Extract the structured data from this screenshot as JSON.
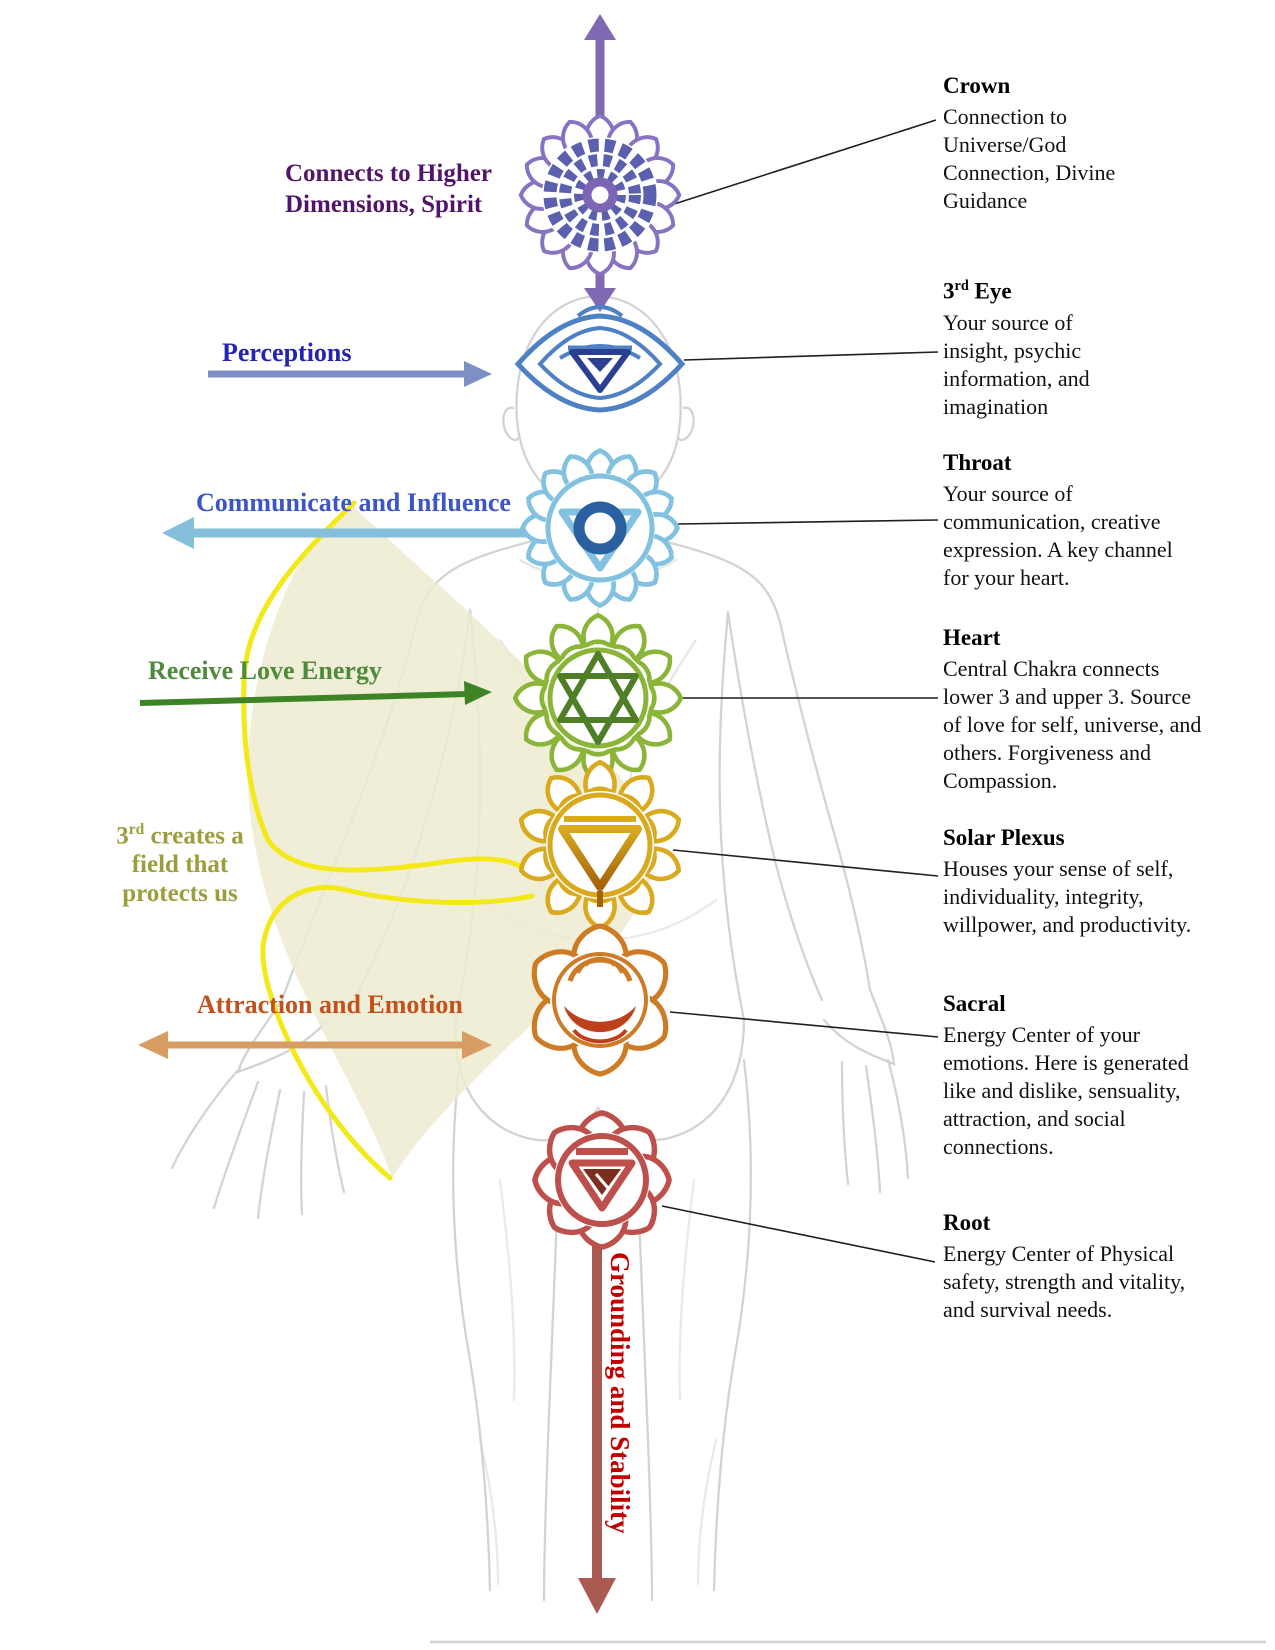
{
  "chakras": [
    {
      "id": "crown",
      "name": "Crown",
      "description": "Connection to\nUniverse/God\nConnection, Divine\nGuidance",
      "left_label": "Connects to Higher\nDimensions, Spirit",
      "left_label_color": "#521468",
      "symbol_color": "#8873c2",
      "symbol_inner_color": "#5a60ae"
    },
    {
      "id": "third_eye",
      "name_num": "3",
      "name_sup": "rd",
      "name_rest": " Eye",
      "description": "Your source of\ninsight, psychic\ninformation, and\nimagination",
      "left_label": "Perceptions",
      "left_label_color": "#2424b2",
      "symbol_color": "#4e80c4",
      "symbol_inner_color": "#2a3f90"
    },
    {
      "id": "throat",
      "name": "Throat",
      "description": "Your source of\ncommunication, creative\nexpression. A key channel\nfor your heart.",
      "left_label": "Communicate and Influence",
      "left_label_color": "#3d56c6",
      "symbol_color": "#82c2e0",
      "symbol_inner_color": "#2a5fa0"
    },
    {
      "id": "heart",
      "name": "Heart",
      "description": "Central Chakra connects\nlower 3 and upper 3. Source\nof love for self, universe, and\nothers. Forgiveness and\nCompassion.",
      "left_label": "Receive Love Energy",
      "left_label_color": "#4f8b3b",
      "symbol_color": "#8ab538",
      "symbol_inner_color": "#507e27"
    },
    {
      "id": "solar_plexus",
      "name": "Solar Plexus",
      "description": "Houses your sense of self,\nindividuality, integrity,\nwillpower, and productivity.",
      "left_num": "3",
      "left_sup": "rd",
      "left_rest": " creates a\nfield that\nprotects us",
      "left_label_color": "#9c9e3e",
      "symbol_color": "#d9a91e",
      "symbol_inner_color": "#aa680c"
    },
    {
      "id": "sacral",
      "name": "Sacral",
      "description": "Energy Center of your\nemotions. Here is generated\nlike and dislike, sensuality,\nattraction, and social\nconnections.",
      "left_label": "Attraction and Emotion",
      "left_label_color": "#c2511d",
      "symbol_color": "#cd7c25",
      "symbol_inner_color": "#bf3f1c"
    },
    {
      "id": "root",
      "name": "Root",
      "description": "Energy Center of Physical\nsafety, strength and vitality,\nand survival needs.",
      "symbol_color": "#bd504d",
      "symbol_inner_color": "#7c2d1e"
    }
  ],
  "grounding_label": "Grounding and Stability",
  "grounding_label_color": "#c00000",
  "icons": {
    "crown-up-arrow": "#7e6ab2",
    "crown-down-arrow": "#7e6ab2",
    "perceptions-right-arrow": "#7c90c4",
    "communicate-left-arrow": "#85bfdc",
    "receive-love-right-arrow": "#3e8427",
    "attraction-double-arrow": "#d79d62",
    "grounding-down-arrow": "#ab5a52",
    "energy-field-line": "#f3e918",
    "energy-field-fill": "#eeebd0",
    "leader-line": "#1f1f1f"
  }
}
